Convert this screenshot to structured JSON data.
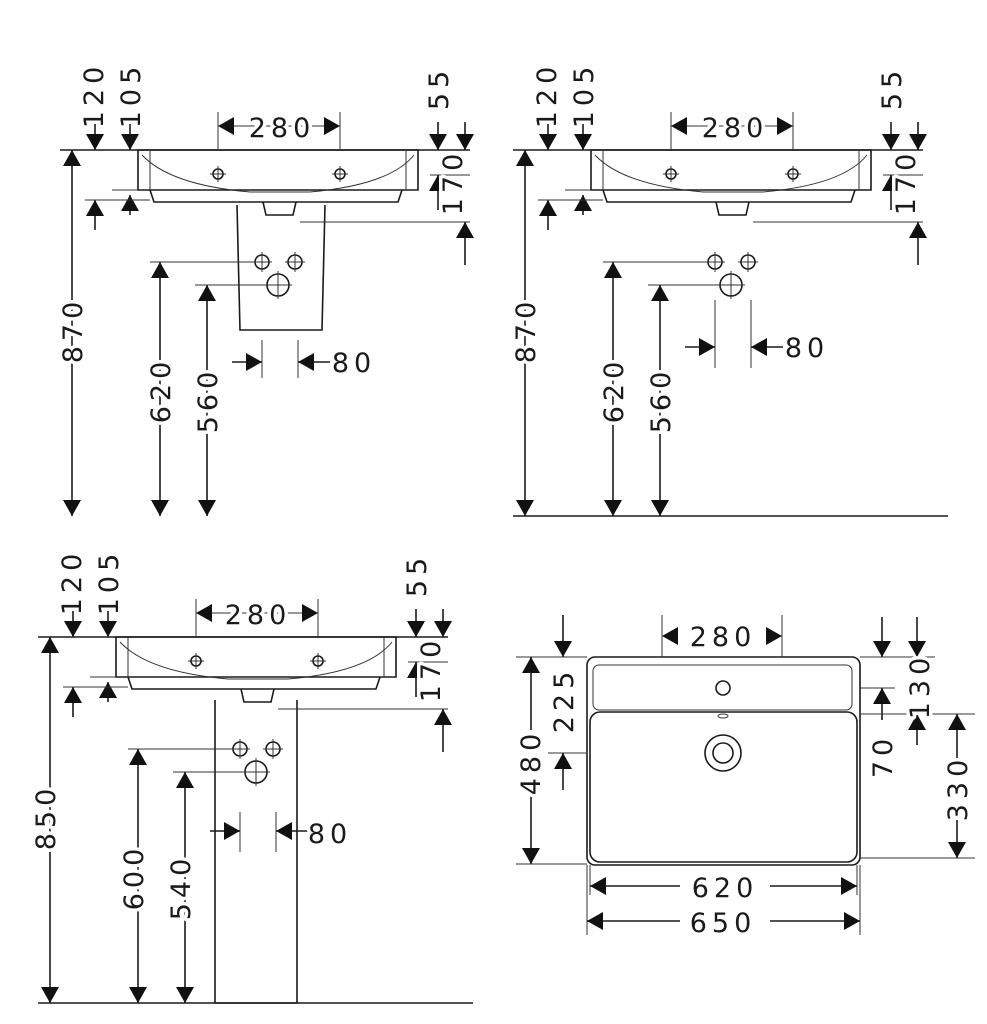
{
  "units": "mm",
  "drawing_color": "#1a1a1a",
  "views": {
    "wall_with_pedestal_870": {
      "tap_hole_spacing": "280",
      "overflow_left": "120",
      "outlet_left": "105",
      "right_offset": "55",
      "depth_170": "170",
      "height": "870",
      "supply_height": "620",
      "waste_height": "560",
      "supply_spacing": "80"
    },
    "wall_without_pedestal_870": {
      "tap_hole_spacing": "280",
      "overflow_left": "120",
      "outlet_left": "105",
      "right_offset": "55",
      "depth_170": "170",
      "height": "870",
      "supply_height": "620",
      "waste_height": "560",
      "supply_spacing": "80"
    },
    "floor_pedestal_850": {
      "tap_hole_spacing": "280",
      "overflow_left": "120",
      "outlet_left": "105",
      "right_offset": "55",
      "depth_170": "170",
      "height": "850",
      "supply_height": "600",
      "waste_height": "540",
      "supply_spacing": "80"
    },
    "top_view": {
      "tap_hole_spacing": "280",
      "tap_depth": "225",
      "total_depth": "480",
      "deck_depth": "130",
      "deck_offset": "70",
      "bowl_depth": "330",
      "inner_width": "620",
      "total_width": "650"
    }
  }
}
